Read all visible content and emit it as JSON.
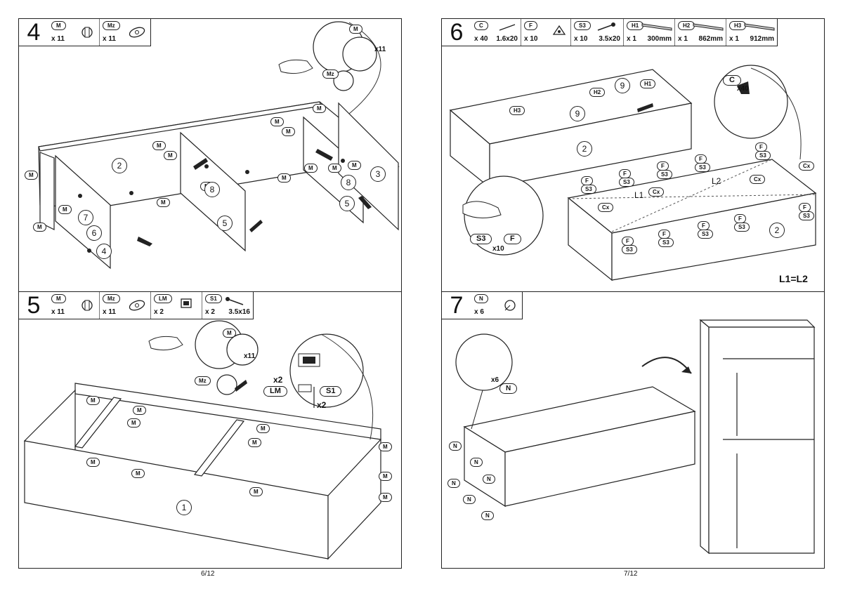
{
  "pages": [
    {
      "number": "6/12"
    },
    {
      "number": "7/12"
    }
  ],
  "step4": {
    "number": "4",
    "parts": [
      {
        "code": "M",
        "qty": "x 11"
      },
      {
        "code": "Mz",
        "qty": "x 11"
      }
    ],
    "callout": {
      "m": "M",
      "mz": "Mz",
      "count": "x11"
    },
    "labels": [
      "M",
      "M",
      "M",
      "M",
      "M",
      "M",
      "M",
      "M",
      "M",
      "M",
      "M",
      "M",
      "M",
      "M"
    ],
    "panels": [
      "2",
      "3",
      "4",
      "5",
      "5",
      "6",
      "7",
      "8",
      "8"
    ]
  },
  "step5": {
    "number": "5",
    "parts": [
      {
        "code": "M",
        "qty": "x 11"
      },
      {
        "code": "Mz",
        "qty": "x 11"
      },
      {
        "code": "LM",
        "qty": "x 2"
      },
      {
        "code": "S1",
        "qty": "x 2",
        "size": "3.5x16"
      }
    ],
    "callout": {
      "m": "M",
      "mz": "Mz",
      "count": "x11",
      "lm": "LM",
      "lm_count": "x2",
      "s1": "S1",
      "s1_count": "x2"
    },
    "labels": [
      "M",
      "M",
      "M",
      "M",
      "M",
      "M",
      "M",
      "M",
      "M",
      "M",
      "M"
    ],
    "panels": [
      "1"
    ]
  },
  "step6": {
    "number": "6",
    "parts": [
      {
        "code": "C",
        "qty": "x 40",
        "size": "1.6x20"
      },
      {
        "code": "F",
        "qty": "x 10"
      },
      {
        "code": "S3",
        "qty": "x 10",
        "size": "3.5x20"
      },
      {
        "code": "H1",
        "qty": "x 1",
        "size": "300mm"
      },
      {
        "code": "H2",
        "qty": "x 1",
        "size": "862mm"
      },
      {
        "code": "H3",
        "qty": "x 1",
        "size": "912mm"
      }
    ],
    "callout_c": {
      "code": "C",
      "count": "x40"
    },
    "callout_s3f": {
      "s3": "S3",
      "f": "F",
      "count": "x10"
    },
    "panels": [
      "9",
      "9",
      "2",
      "2"
    ],
    "tags": [
      "H1",
      "H2",
      "H3"
    ],
    "cx": [
      "Cx",
      "Cx",
      "Cx",
      "Cx"
    ],
    "f": "F",
    "s3": "S3",
    "l1": "L1",
    "l2": "L2",
    "rule": "L1=L2"
  },
  "step7": {
    "number": "7",
    "parts": [
      {
        "code": "N",
        "qty": "x 6"
      }
    ],
    "callout": {
      "count": "x6",
      "code": "N"
    },
    "labels": [
      "N",
      "N",
      "N",
      "N",
      "N",
      "N"
    ]
  }
}
